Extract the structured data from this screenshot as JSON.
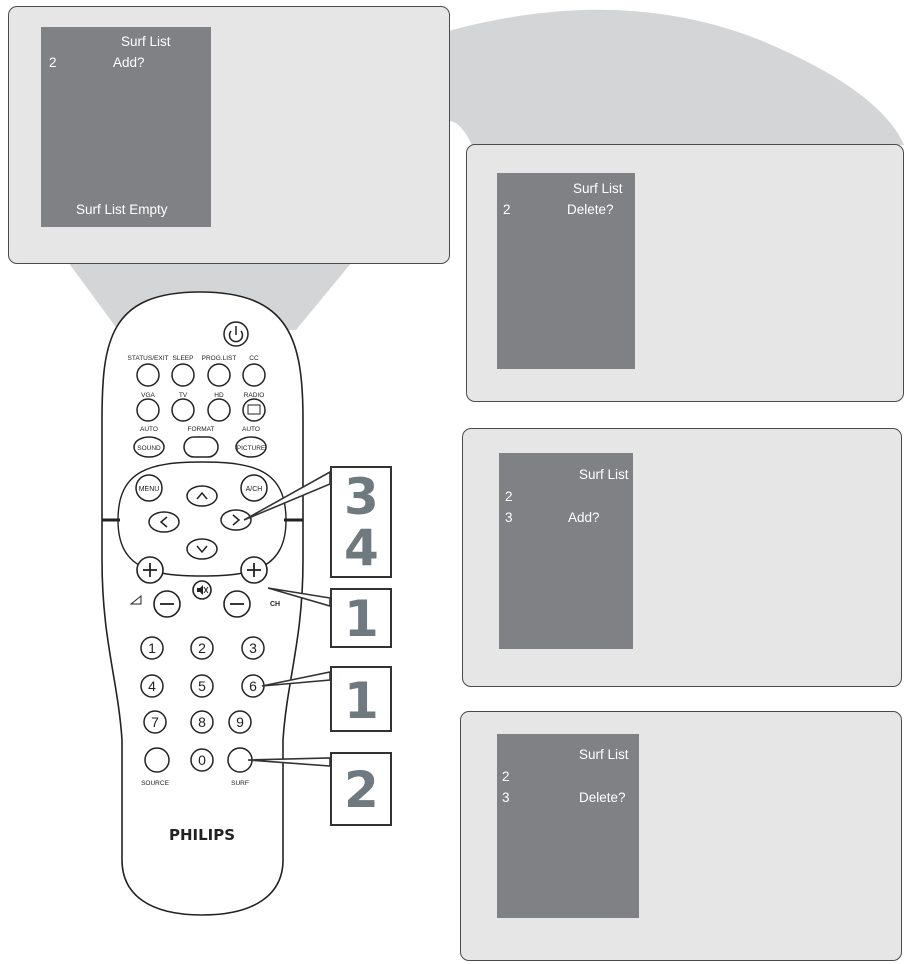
{
  "screens": {
    "top": {
      "title": "Surf List",
      "row1_num": "2",
      "row1_text": "Add?",
      "footer": "Surf List Empty"
    },
    "panel1": {
      "title": "Surf List",
      "row1_num": "2",
      "row1_text": "Delete?"
    },
    "panel2": {
      "title": "Surf List",
      "row1_num": "2",
      "row2_num": "3",
      "row2_text": "Add?"
    },
    "panel3": {
      "title": "Surf List",
      "row1_num": "2",
      "row2_num": "3",
      "row2_text": "Delete?"
    }
  },
  "remote": {
    "brand": "PHILIPS",
    "labels": {
      "status_exit": "STATUS/EXIT",
      "sleep": "SLEEP",
      "prog_list": "PROG.LIST",
      "cc": "CC",
      "vga": "VGA",
      "tv": "TV",
      "hd": "HD",
      "radio": "RADIO",
      "auto_sound_top": "AUTO",
      "sound": "SOUND",
      "format": "FORMAT",
      "auto_picture_top": "AUTO",
      "picture": "PICTURE",
      "menu": "MENU",
      "ach": "A/CH",
      "ch": "CH",
      "source": "SOURCE",
      "surf": "SURF",
      "digits": [
        "1",
        "2",
        "3",
        "4",
        "5",
        "6",
        "7",
        "8",
        "9",
        "0"
      ]
    }
  },
  "steps": {
    "s3": "3",
    "s4": "4",
    "s1a": "1",
    "s1b": "1",
    "s2": "2"
  },
  "colors": {
    "panel_bg": "#e6e6e7",
    "screen_bg": "#808185",
    "callout_bg": "#d3d5d6",
    "step_number": "#6f7980"
  }
}
